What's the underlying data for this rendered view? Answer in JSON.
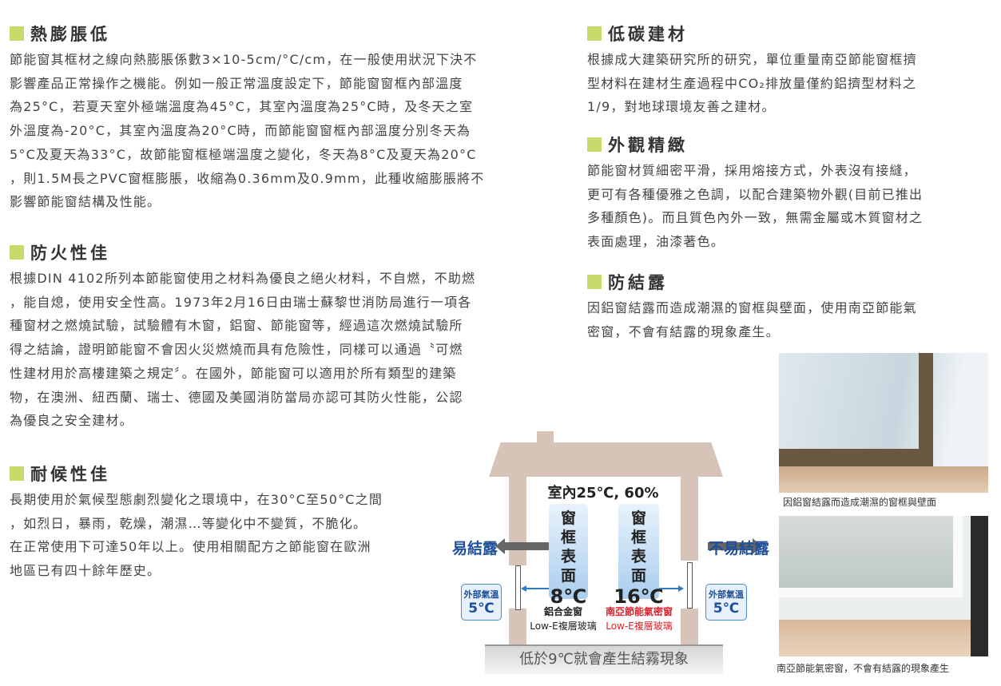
{
  "sections": [
    {
      "title": "熱膨脹低",
      "lines": [
        "節能窗其框材之線向熱膨脹係數3×10-5cm/°C/cm，在一般使用狀況下決不",
        "影響產品正常操作之機能。例如一般正常溫度設定下，節能窗窗框內部溫度",
        "為25°C，若夏天室外極端溫度為45°C，其室內溫度為25°C時，及冬天之室",
        "外溫度為-20°C，其室內溫度為20°C時，而節能窗窗框內部溫度分別冬天為",
        "5°C及夏天為33°C，故節能窗框極端溫度之變化，冬天為8°C及夏天為20°C",
        "，則1.5M長之PVC窗框膨脹，收縮為0.36mm及0.9mm，此種收縮膨脹將不",
        "影響節能窗結構及性能。"
      ]
    },
    {
      "title": "防火性佳",
      "lines": [
        "根據DIN 4102所列本節能窗使用之材料為優良之絕火材料，不自燃，不助燃",
        "，能自熄，使用安全性高。1973年2月16日由瑞士蘇黎世消防局進行一項各",
        "種窗材之燃燒試驗，試驗體有木窗，鋁窗、節能窗等，經過這次燃燒試驗所",
        "得之結論，證明節能窗不會因火災燃燒而具有危險性，同樣可以通過〝可燃",
        "性建材用於高樓建築之規定〞。在國外，節能窗可以適用於所有類型的建築",
        "物，在澳洲、紐西蘭、瑞士、德國及美國消防當局亦認可其防火性能，公認",
        "為優良之安全建材。"
      ]
    },
    {
      "title": "耐候性佳",
      "lines": [
        "長期使用於氣候型態劇烈變化之環境中，在30°C至50°C之間",
        "，如烈日，暴雨，乾燥，潮濕…等變化中不變質，不脆化。",
        "在正常使用下可達50年以上。使用相關配方之節能窗在歐洲",
        "地區已有四十餘年歷史。"
      ]
    },
    {
      "title": "低碳建材",
      "lines": [
        "根據成大建築研究所的研究，單位重量南亞節能窗框擠",
        "型材料在建材生產過程中CO₂排放量僅約鋁擠型材料之",
        "1/9，對地球環境友善之建材。"
      ]
    },
    {
      "title": "外觀精緻",
      "lines": [
        "節能窗材質細密平滑，採用熔接方式，外表沒有接縫，",
        "更可有各種優雅之色調，以配合建築物外觀(目前已推出",
        "多種顏色)。而且質色內外一致，無需金屬或木質窗材之",
        "表面處理，油漆著色。"
      ]
    },
    {
      "title": "防結露",
      "lines": [
        "因鋁窗結露而造成潮濕的窗框與壁面，使用南亞節能氣",
        "密窗，不會有結露的現象產生。"
      ]
    }
  ],
  "diagram": {
    "indoor": "室內25℃, 60%",
    "left_box": [
      "窗",
      "框",
      "表",
      "面"
    ],
    "left_temp": "8℃",
    "right_box": [
      "窗",
      "框",
      "表",
      "面"
    ],
    "right_temp": "16℃",
    "left_label": "易結露",
    "right_label": "不易結露",
    "outside_title": "外部氣溫",
    "outside_temp": "5℃",
    "left_window": [
      "鋁合金窗",
      "Low-E複層玻璃"
    ],
    "right_window": [
      "南亞節能氣密窗",
      "Low-E複層玻璃"
    ],
    "ground": "低於9℃就會產生結霧現象",
    "colors": {
      "blue": "#1d4f9a",
      "red": "#e0202a"
    }
  },
  "photos": [
    {
      "caption": "因鋁窗結露而造成潮濕的窗框與壁面"
    },
    {
      "caption": "南亞節能氣密窗，不會有結露的現象產生"
    }
  ]
}
